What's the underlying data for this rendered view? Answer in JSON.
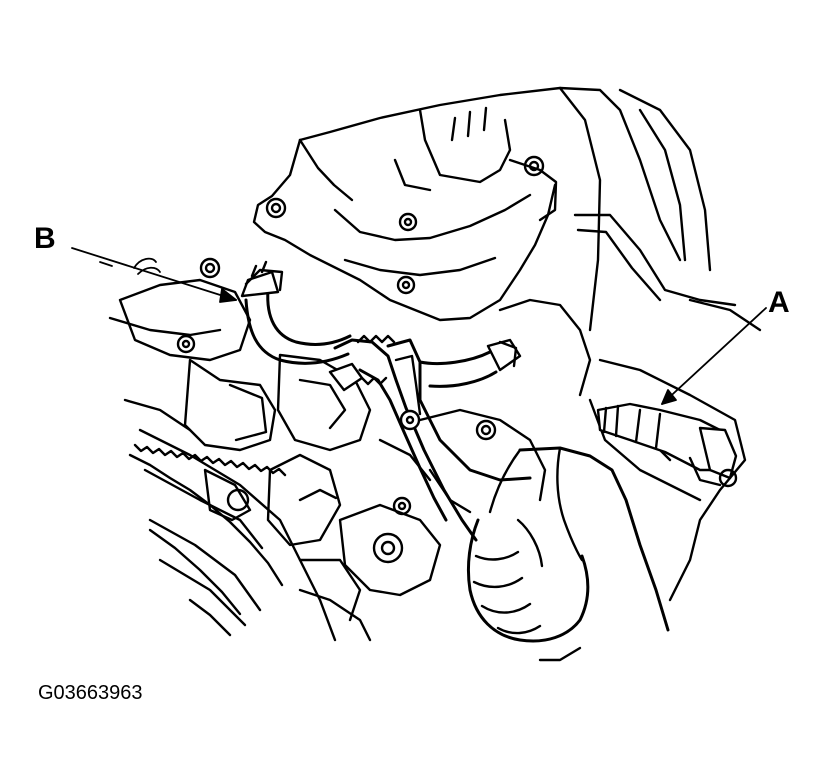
{
  "figure": {
    "callouts": {
      "a": "A",
      "b": "B"
    },
    "figure_id": "G03663963"
  },
  "colors": {
    "ink": "#000000",
    "paper": "#ffffff"
  }
}
